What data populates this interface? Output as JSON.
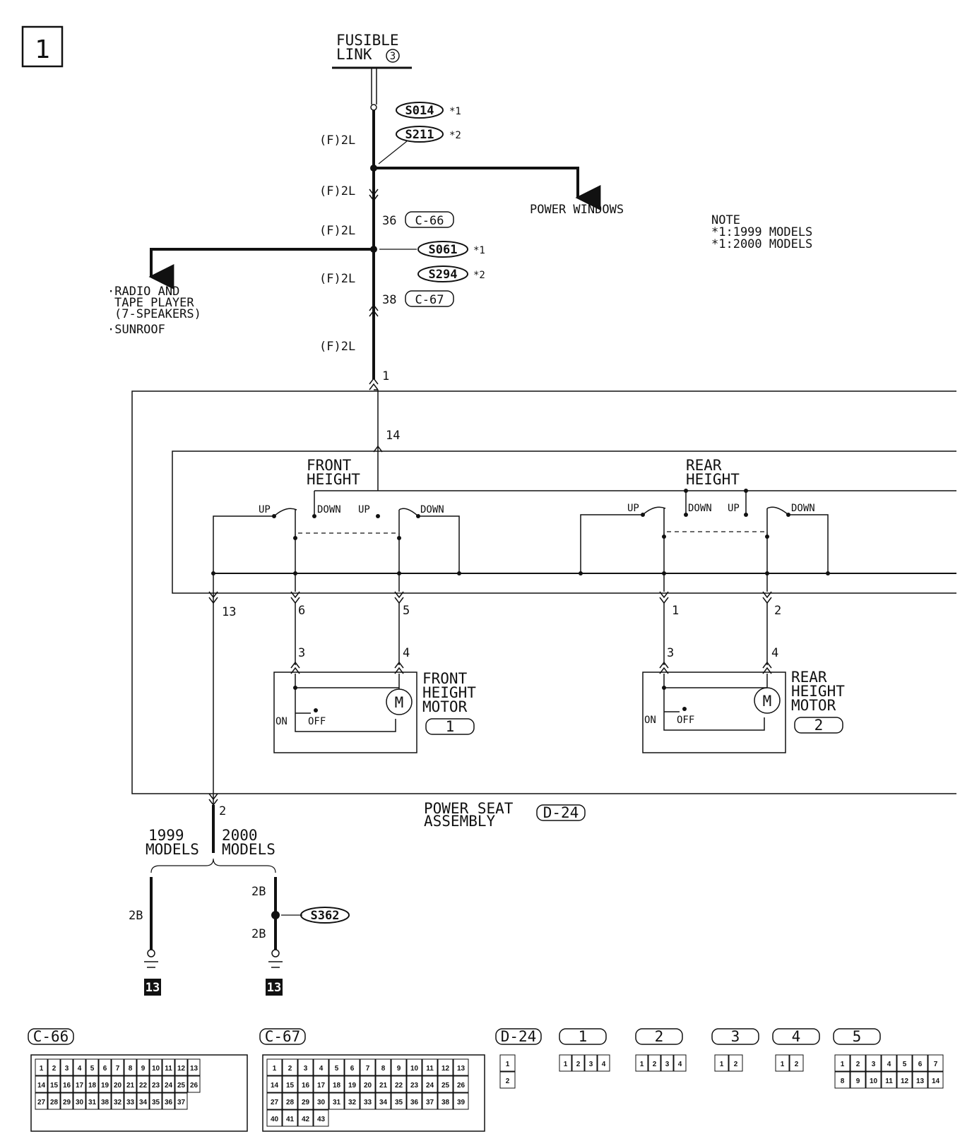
{
  "page": {
    "page_number": "1"
  },
  "supply": {
    "fusible_link": "FUSIBLE",
    "fusible_link_2": "LINK",
    "fusible_link_num": "3"
  },
  "splices": {
    "s014": "S014",
    "s014_note": "*1",
    "s211": "S211",
    "s211_note": "*2",
    "s061": "S061",
    "s061_note": "*1",
    "s294": "S294",
    "s294_note": "*2",
    "s362": "S362"
  },
  "wires": {
    "w1": "(F)2L",
    "w2": "(F)2L",
    "w3": "(F)2L",
    "w4": "(F)2L",
    "w5": "(F)2L",
    "g1": "2B",
    "g2": "2B",
    "g3": "2B"
  },
  "connectors": {
    "c66_pin": "36",
    "c66": "C-66",
    "c67_pin": "38",
    "c67": "C-67",
    "d24": "D-24"
  },
  "branches": {
    "power_windows": "POWER WINDOWS",
    "radio_1": "·RADIO AND",
    "radio_2": "TAPE PLAYER",
    "radio_3": "(7-SPEAKERS)",
    "radio_4": "·SUNROOF"
  },
  "note": {
    "title": "NOTE",
    "line1": "*1:1999 MODELS",
    "line2": "*1:2000 MODELS"
  },
  "assembly": {
    "name_1": "POWER SEAT",
    "name_2": "ASSEMBLY",
    "front_height_1": "FRONT",
    "front_height_2": "HEIGHT",
    "rear_height_1": "REAR",
    "rear_height_2": "HEIGHT",
    "up": "UP",
    "down": "DOWN",
    "front_motor_1": "FRONT",
    "front_motor_2": "HEIGHT",
    "front_motor_3": "MOTOR",
    "front_motor_num": "1",
    "rear_motor_1": "REAR",
    "rear_motor_2": "HEIGHT",
    "rear_motor_3": "MOTOR",
    "rear_motor_num": "2",
    "on": "ON",
    "off": "OFF",
    "motor_symbol": "M"
  },
  "pins": {
    "p1": "1",
    "p14": "14",
    "p13": "13",
    "p6": "6",
    "p5": "5",
    "pr1": "1",
    "pr2": "2",
    "fm3": "3",
    "fm4": "4",
    "rm3": "3",
    "rm4": "4",
    "p2": "2"
  },
  "ground": {
    "models_1999_1": "1999",
    "models_1999_2": "MODELS",
    "models_2000_1": "2000",
    "models_2000_2": "MODELS",
    "ground_num_1": "13",
    "ground_num_2": "13"
  },
  "connector_views": {
    "c66_title": "C-66",
    "c66_pins": [
      "1",
      "2",
      "3",
      "4",
      "5",
      "6",
      "7",
      "8",
      "9",
      "10",
      "11",
      "12",
      "13",
      "14",
      "15",
      "16",
      "17",
      "18",
      "19",
      "20",
      "21",
      "22",
      "23",
      "24",
      "25",
      "26",
      "27",
      "28",
      "29",
      "30",
      "31",
      "38",
      "32",
      "33",
      "34",
      "35",
      "36",
      "37"
    ],
    "c67_title": "C-67",
    "c67_pins": [
      "1",
      "2",
      "3",
      "4",
      "5",
      "6",
      "7",
      "8",
      "9",
      "10",
      "11",
      "12",
      "13",
      "14",
      "15",
      "16",
      "17",
      "18",
      "19",
      "20",
      "21",
      "22",
      "23",
      "24",
      "25",
      "26",
      "27",
      "28",
      "29",
      "30",
      "31",
      "32",
      "33",
      "34",
      "35",
      "36",
      "37",
      "38",
      "39",
      "40",
      "41",
      "42",
      "43"
    ],
    "d24_title": "D-24",
    "d24_pins": [
      "1",
      "2"
    ],
    "v1_title": "1",
    "v1_pins": [
      "1",
      "2",
      "3",
      "4"
    ],
    "v2_title": "2",
    "v2_pins": [
      "1",
      "2",
      "3",
      "4"
    ],
    "v3_title": "3",
    "v3_pins": [
      "1",
      "2"
    ],
    "v4_title": "4",
    "v4_pins": [
      "1",
      "2"
    ],
    "v5_title": "5",
    "v5_pins": [
      "1",
      "2",
      "3",
      "4",
      "5",
      "6",
      "7",
      "8",
      "9",
      "10",
      "11",
      "12",
      "13",
      "14"
    ]
  }
}
